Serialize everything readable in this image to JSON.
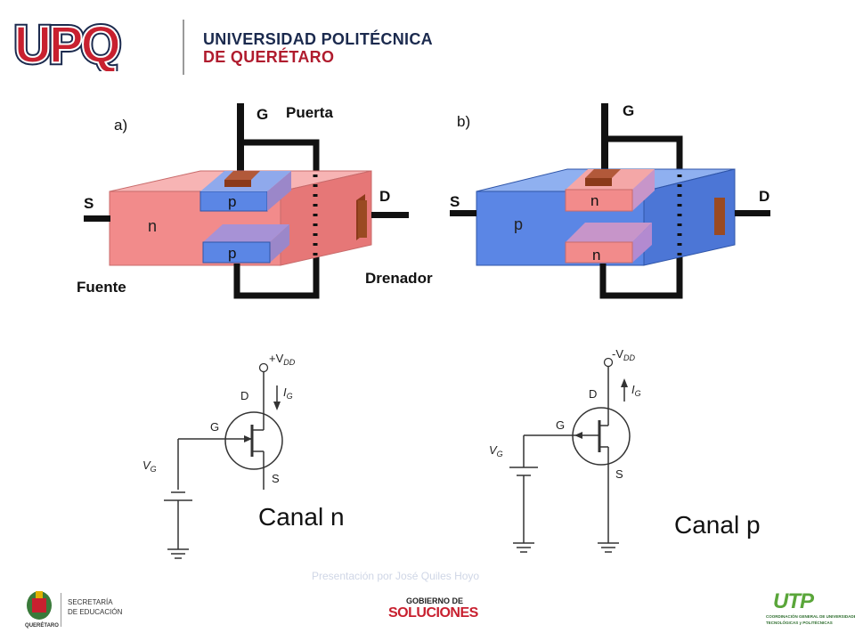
{
  "header": {
    "logo_text": "UPQ",
    "university_line1": "UNIVERSIDAD POLITÉCNICA",
    "university_line2": "DE QUERÉTARO"
  },
  "diagram_a": {
    "tag": "a)",
    "gate": "G",
    "gate_name": "Puerta",
    "source": "S",
    "drain": "D",
    "source_name": "Fuente",
    "drain_name": "Drenador",
    "body_type": "n",
    "gate_region_top": "p",
    "gate_region_bottom": "p",
    "body_color": "#f08a8a",
    "gate_region_color": "#5b86e5"
  },
  "diagram_b": {
    "tag": "b)",
    "gate": "G",
    "source": "S",
    "drain": "D",
    "body_type": "p",
    "gate_region_top": "n",
    "gate_region_bottom": "n",
    "body_color": "#5b86e5",
    "gate_region_color": "#f08a8a"
  },
  "schematic_n": {
    "supply": "+V",
    "supply_sub": "DD",
    "current": "I",
    "current_sub": "G",
    "drain": "D",
    "gate": "G",
    "source": "S",
    "vg": "V",
    "vg_sub": "G",
    "caption": "Canal n"
  },
  "schematic_p": {
    "supply": "-V",
    "supply_sub": "DD",
    "current": "I",
    "current_sub": "G",
    "drain": "D",
    "gate": "G",
    "source": "S",
    "vg": "V",
    "vg_sub": "G",
    "caption": "Canal p"
  },
  "watermark": "Presentación por José Quiles Hoyo",
  "footer": {
    "sep_line1": "SECRETARÍA",
    "sep_line2": "DE EDUCACIÓN",
    "state_caption": "QUERÉTARO",
    "gob_line1": "GOBIERNO DE",
    "gob_line2": "SOLUCIONES",
    "utp_logo": "UTP",
    "utp_line1": "COORDINACIÓN GENERAL DE UNIVERSIDADES",
    "utp_line2": "TECNOLÓGICAS y POLITÉCNICAS"
  }
}
